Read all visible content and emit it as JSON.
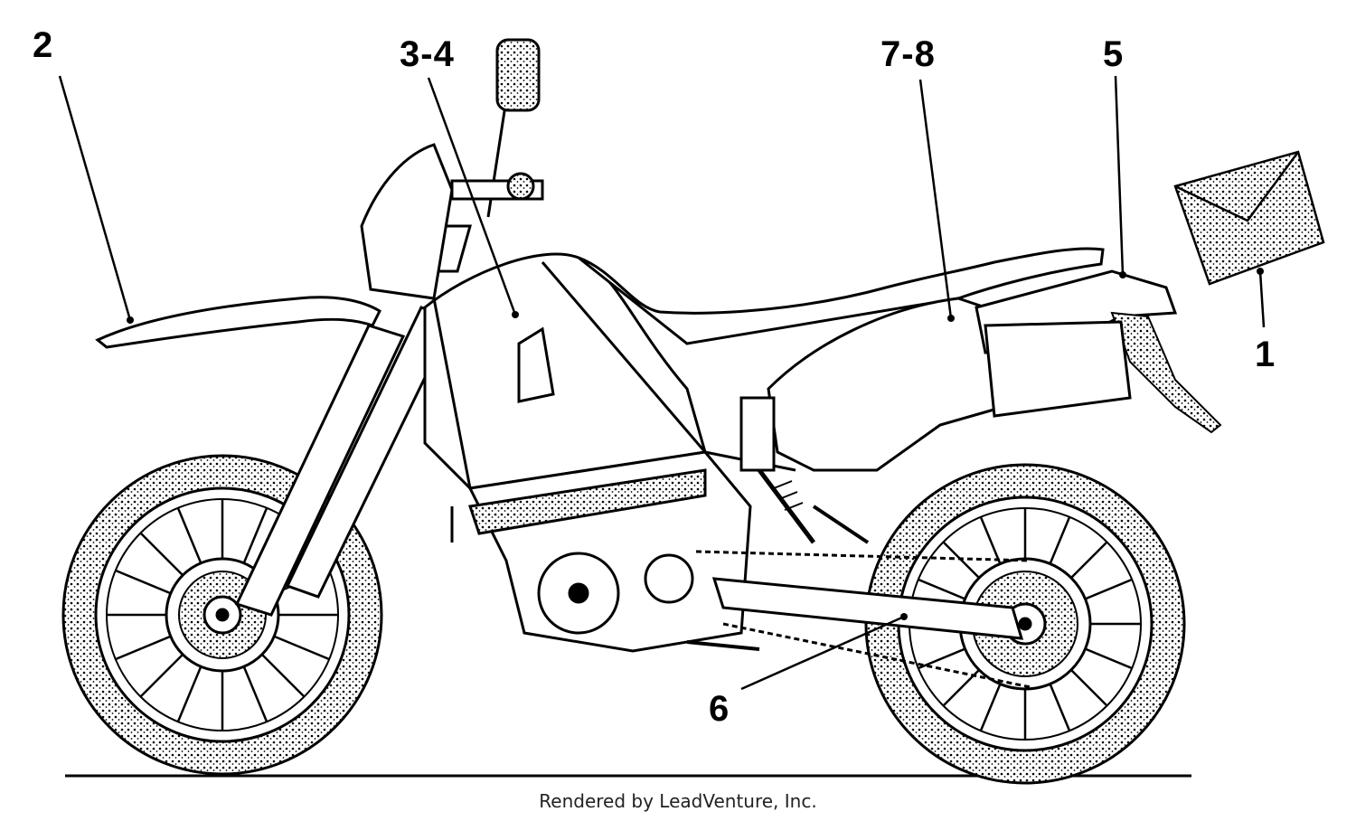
{
  "callouts": {
    "c1": "1",
    "c2": "2",
    "c3_4": "3-4",
    "c5": "5",
    "c6": "6",
    "c7_8": "7-8"
  },
  "footer": {
    "credit": "Rendered by LeadVenture, Inc."
  },
  "colors": {
    "line": "#000000",
    "background": "#ffffff",
    "footer_text": "#222222"
  },
  "icons": {
    "part_bag": "manual-envelope-icon"
  }
}
